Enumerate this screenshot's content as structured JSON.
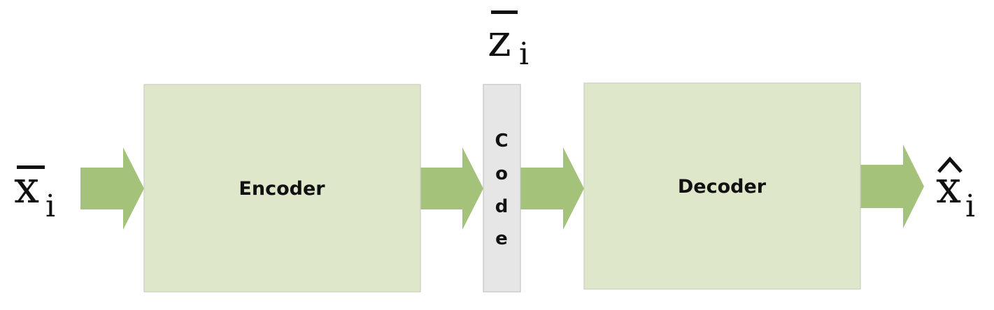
{
  "blocks": {
    "encoder": {
      "label": "Encoder"
    },
    "code": {
      "letters": [
        "C",
        "o",
        "d",
        "e"
      ]
    },
    "decoder": {
      "label": "Decoder"
    }
  },
  "symbols": {
    "input": {
      "letter": "x",
      "subscript": "i",
      "mark": "bar"
    },
    "code": {
      "letter": "z",
      "subscript": "i",
      "mark": "bar"
    },
    "output": {
      "letter": "x",
      "subscript": "i",
      "mark": "hat"
    }
  },
  "colors": {
    "block_fill": "#dfe7cb",
    "code_fill": "#e6e6e6",
    "arrow_fill": "#a5c27b",
    "text": "#111111"
  }
}
